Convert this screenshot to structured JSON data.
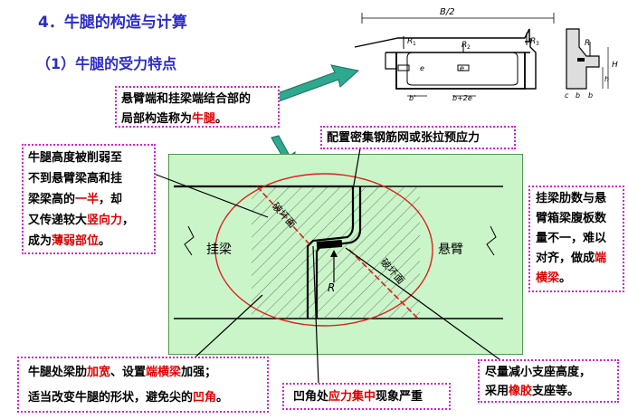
{
  "titles": {
    "section": "4．牛腿的构造与计算",
    "subsection": "（1）牛腿的受力特点"
  },
  "top_sketch": {
    "span_label": "B/2",
    "r1": "R",
    "r1_sub": "1",
    "r2": "R",
    "r2_sub": "2",
    "r3": "R",
    "r3_sub": "3",
    "e": "e",
    "b_prime": "b'",
    "b_plus_2e": "b+2e",
    "section_r": "R",
    "section_h": "H",
    "section_h2": "h",
    "section_c": "c",
    "section_b": "b"
  },
  "callouts": {
    "definition": {
      "line1": "悬臂端和挂梁端结合部的",
      "line2_pre": "局部构造称为",
      "line2_red": "牛腿",
      "line2_post": "。"
    },
    "reinforcement": "配置密集钢筋网或张拉预应力",
    "weakness": {
      "l1": "牛腿高度被削弱至",
      "l2": "不到悬臂梁高和挂",
      "l3_pre": "梁梁高的",
      "l3_red": "一半",
      "l3_post": "，却",
      "l4_pre": "又传递较大",
      "l4_red": "竖向力",
      "l4_post": "，",
      "l5_pre": "成为",
      "l5_red": "薄弱部位",
      "l5_post": "。"
    },
    "ribs": {
      "l1": "挂梁肋数与悬",
      "l2": "臂箱梁腹板数",
      "l3": "量不一，难以",
      "l4_pre": "对齐，做成",
      "l4_red": "端",
      "l5_red": "横梁",
      "l5_post": "。"
    },
    "measures": {
      "l1_pre": "牛腿处梁肋",
      "l1_red1": "加宽",
      "l1_mid": "、设置",
      "l1_red2": "端横梁",
      "l1_post": "加强；",
      "l2_pre": "适当改变牛腿的形状，避免尖的",
      "l2_red": "凹角",
      "l2_post": "。"
    },
    "stress": {
      "pre": "凹角处",
      "red": "应力集中",
      "post": "现象严重"
    },
    "bearing": {
      "l1": "尽量减小支座高度，",
      "l2_pre": "采用",
      "l2_red": "橡胶",
      "l2_post": "支座等。"
    }
  },
  "main_diagram": {
    "left_label": "挂梁",
    "right_label": "悬臂",
    "failure_upper": "破坏面",
    "failure_lower": "破坏面",
    "reaction": "R"
  },
  "colors": {
    "title_blue": "#2c2cc8",
    "panel_green": "#c9f5c9",
    "callout_border": "#d21fd2",
    "ellipse_red": "#e02020",
    "failure_red": "#e02020",
    "arrow_green": "#2ea88f"
  }
}
